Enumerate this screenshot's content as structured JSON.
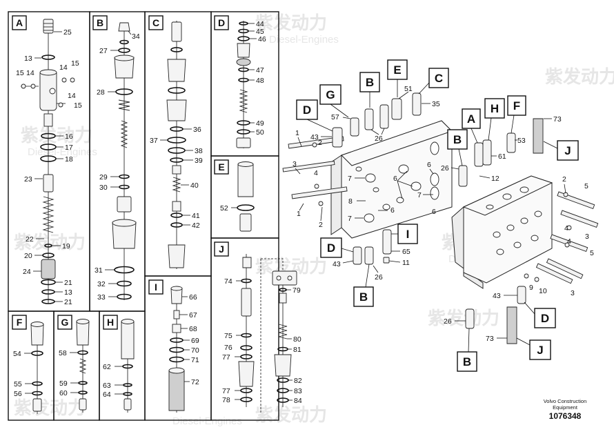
{
  "watermark": {
    "cn": "紫发动力",
    "en": "Diesel-Engines"
  },
  "footer": {
    "line1": "Volvo Construction",
    "line2": "Equipment",
    "id": "1076348"
  },
  "panels": {
    "A": "A",
    "B": "B",
    "C": "C",
    "D": "D",
    "E": "E",
    "F": "F",
    "G": "G",
    "H": "H",
    "I": "I",
    "J": "J"
  },
  "callouts": {
    "G": "G",
    "D1": "D",
    "B1": "B",
    "E": "E",
    "C": "C",
    "A": "A",
    "H": "H",
    "F": "F",
    "B2": "B",
    "J1": "J",
    "I": "I",
    "D2": "D",
    "B3": "B",
    "D3": "D",
    "J2": "J",
    "B4": "B"
  },
  "labels": {
    "a25": "25",
    "a13": "13",
    "a15a": "15",
    "a14a": "14",
    "a14b": "14",
    "a15b": "15",
    "a14c": "14",
    "a15c": "15",
    "a16": "16",
    "a17": "17",
    "a18": "18",
    "a23": "23",
    "a22": "22",
    "a19": "19",
    "a20": "20",
    "a24": "24",
    "a21a": "21",
    "a13b": "13",
    "a21b": "21",
    "b34": "34",
    "b27": "27",
    "b28": "28",
    "b29": "29",
    "b30": "30",
    "b31": "31",
    "b32": "32",
    "b33": "33",
    "c36": "36",
    "c37": "37",
    "c38": "38",
    "c39": "39",
    "c40": "40",
    "c41": "41",
    "c42": "42",
    "d44": "44",
    "d45": "45",
    "d46": "46",
    "d47": "47",
    "d48": "48",
    "d49": "49",
    "d50": "50",
    "e52": "52",
    "f54": "54",
    "f55": "55",
    "f56": "56",
    "g58": "58",
    "g59": "59",
    "g60": "60",
    "h62": "62",
    "h63": "63",
    "h64": "64",
    "i66": "66",
    "i67": "67",
    "i68": "68",
    "i69": "69",
    "i70": "70",
    "i71": "71",
    "i72": "72",
    "j74": "74",
    "j75": "75",
    "j76": "76",
    "j77a": "77",
    "j77b": "77",
    "j78": "78",
    "j79": "79",
    "j80": "80",
    "j81": "81",
    "j82": "82",
    "j83": "83",
    "j84": "84",
    "m57": "57",
    "m51": "51",
    "m35": "35",
    "m43a": "43",
    "m26a": "26",
    "m1a": "1",
    "m2a": "2",
    "m3a": "3",
    "m4a": "4",
    "m7a": "7",
    "m6a": "6",
    "m6b": "6",
    "m8": "8",
    "m6c": "6",
    "m7b": "7",
    "m1b": "1",
    "m2b": "2",
    "m26b": "26",
    "m12": "12",
    "m61": "61",
    "m53": "53",
    "m73a": "73",
    "m65": "65",
    "m11": "11",
    "m43b": "43",
    "m26c": "26",
    "m2c": "2",
    "m5a": "5",
    "m4b": "4",
    "m3b": "3",
    "m4c": "4",
    "m5b": "5",
    "m9": "9",
    "m10": "10",
    "m3c": "3",
    "m43c": "43",
    "m26d": "26",
    "m73b": "73",
    "m7c": "7",
    "m6d": "6"
  }
}
